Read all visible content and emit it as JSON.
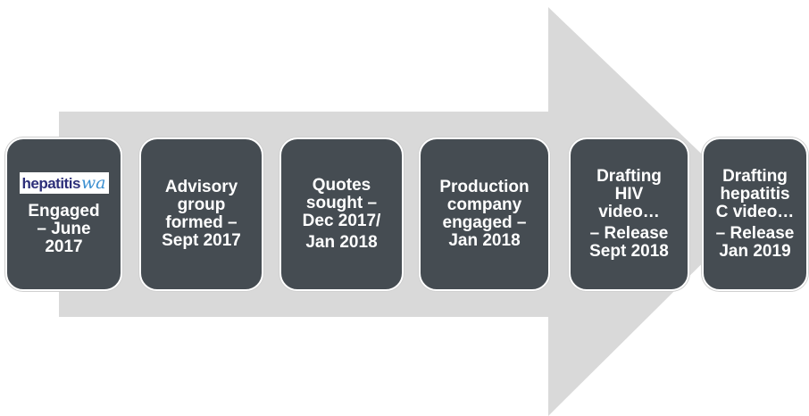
{
  "diagram": {
    "colors": {
      "arrow": "#d9d9d9",
      "box_fill": "#454c52",
      "box_text": "#ffffff",
      "logo_main": "#2d2f7a",
      "logo_script": "#3b8fd0"
    },
    "logo": {
      "main": "hepatitis",
      "script": "wa"
    },
    "steps": [
      {
        "lines": [
          "Engaged",
          "– June",
          "2017"
        ]
      },
      {
        "lines": [
          "Advisory",
          "group",
          "formed –",
          "Sept 2017"
        ]
      },
      {
        "lines": [
          "Quotes",
          "sought –",
          "Dec 2017/",
          "Jan 2018"
        ]
      },
      {
        "lines": [
          "Production",
          "company",
          "engaged –",
          "Jan 2018"
        ]
      },
      {
        "lines": [
          "Drafting",
          "HIV",
          "video…",
          "– Release",
          "Sept 2018"
        ]
      },
      {
        "lines": [
          "Drafting",
          "hepatitis",
          "C video…",
          "– Release",
          "Jan 2019"
        ]
      }
    ]
  }
}
